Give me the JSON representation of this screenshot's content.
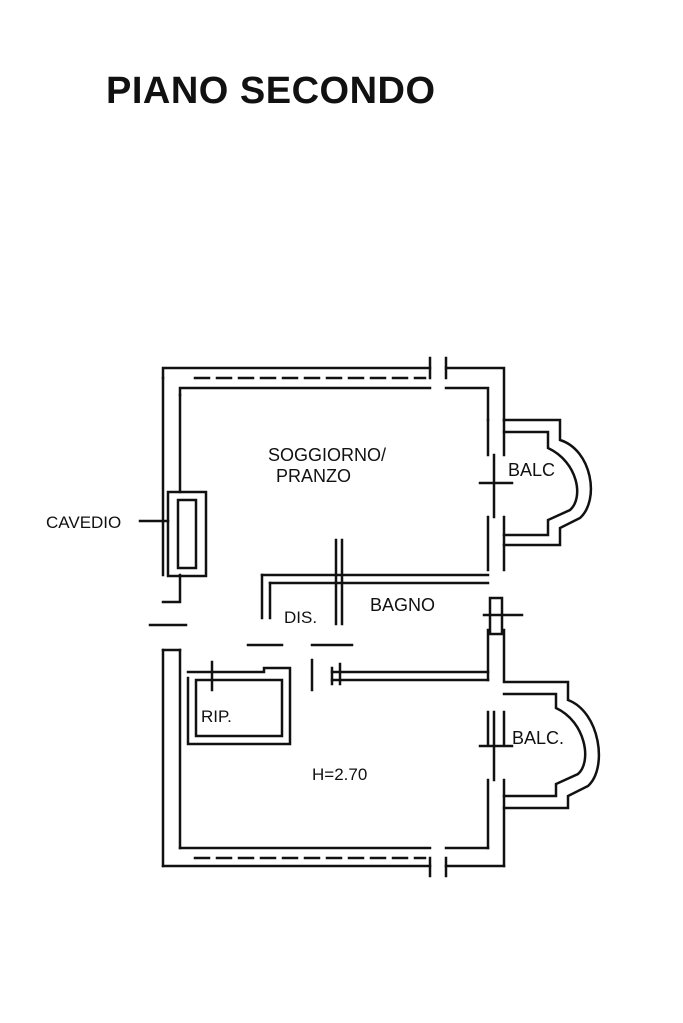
{
  "title": "PIANO SECONDO",
  "rooms": {
    "soggiorno_line1": "SOGGIORNO/",
    "soggiorno_line2": "PRANZO",
    "disimpegno": "DIS.",
    "bagno": "BAGNO",
    "ripostiglio": "RIP.",
    "height": "H=2.70",
    "balcone_top": "BALC",
    "balcone_bottom": "BALC.",
    "cavedio": "CAVEDIO"
  },
  "colors": {
    "ink": "#111111",
    "background": "#ffffff"
  }
}
